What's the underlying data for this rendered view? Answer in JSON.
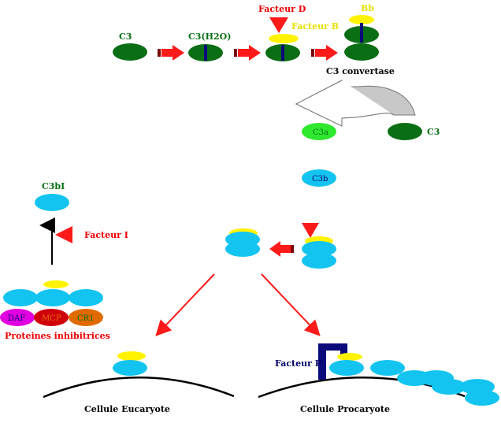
{
  "colors": {
    "dark_green": "#0a6e14",
    "light_green": "#2ee82e",
    "cyan": "#13c4f0",
    "yellow": "#fff300",
    "red": "#ff1a1a",
    "navy": "#0a0a7a",
    "gray": "#c8c8c8",
    "magenta": "#e000e0",
    "dark_red": "#d0000a",
    "orange": "#e06a00",
    "label_green": "#0a6e14",
    "label_red": "#ee0000",
    "label_yellow": "#e8e000",
    "label_navy": "#000066",
    "label_black": "#000000"
  },
  "labels": {
    "c3_1": "C3",
    "c3_h2o": "C3(H2O)",
    "facteur_d": "Facteur D",
    "facteur_b": "Facteur B",
    "bb": "Bb",
    "c3_convertase": "C3 convertase",
    "c3a": "C3a",
    "c3_2": "C3",
    "c3b": "C3b",
    "c3bi": "C3bI",
    "facteur_i": "Facteur I",
    "daf": "DAF",
    "mcp": "MCP",
    "cr1": "CR1",
    "proteines_inhibitrices": "Proteines inhibitrices",
    "facteur_p": "Facteur P",
    "cellule_eucaryote": "Cellule Eucaryote",
    "cellule_procaryote": "Cellule Procaryote"
  }
}
